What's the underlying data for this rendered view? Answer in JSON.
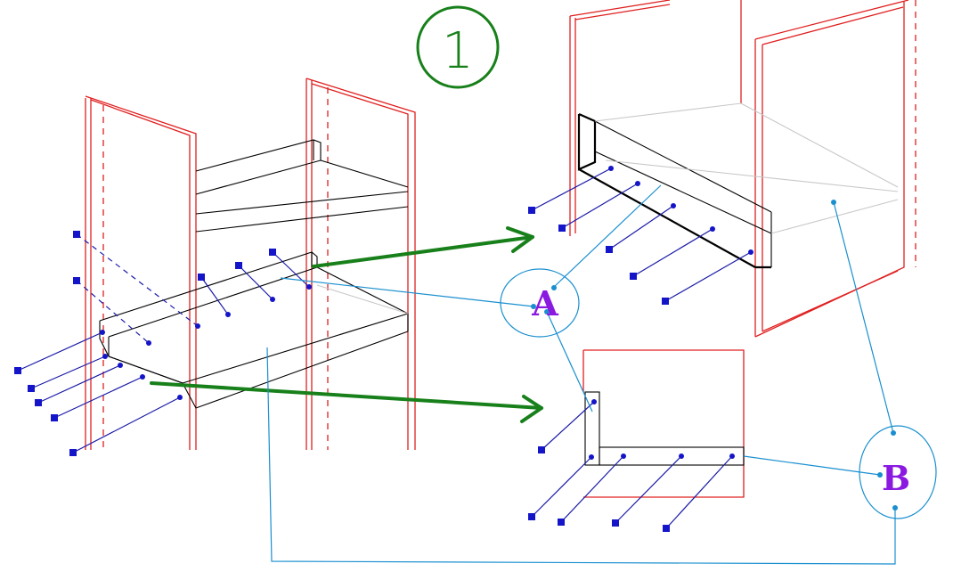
{
  "diagram": {
    "step_label": "1",
    "callouts": [
      {
        "id": "A",
        "label": "A"
      },
      {
        "id": "B",
        "label": "B"
      }
    ],
    "colors": {
      "frame": "#e02020",
      "component": "#000000",
      "leader": "#1a1aa8",
      "marker": "#1414c8",
      "connector": "#1a8fd0",
      "arrow": "#18801a",
      "callout_text": "#8a1ae0"
    }
  }
}
